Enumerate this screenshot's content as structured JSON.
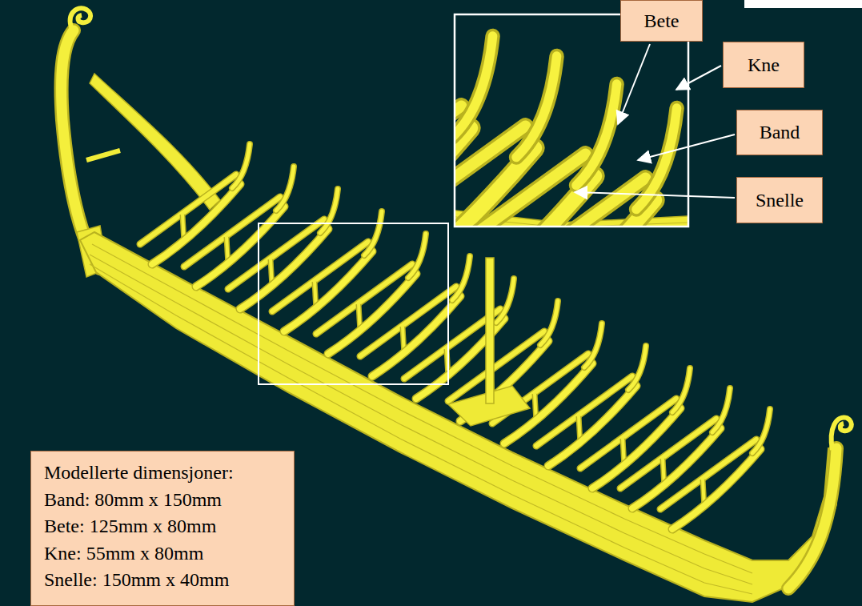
{
  "diagram": {
    "nodes": [
      {
        "text": [
          "Bete"
        ]
      },
      {
        "text": [
          "Kne"
        ]
      },
      {
        "text": [
          "Band"
        ]
      },
      {
        "text": [
          "Snelle"
        ]
      },
      {
        "text": [
          "Modellerte dimensjoner:",
          "Band: 80mm x 150mm",
          "Bete: 125mm x 80mm",
          "Kne: 55mm x 80mm",
          "Snelle: 150mm x 40mm"
        ]
      }
    ]
  }
}
